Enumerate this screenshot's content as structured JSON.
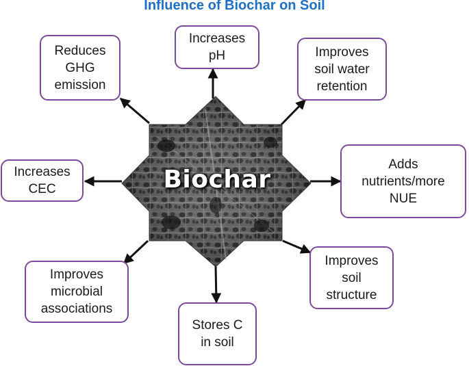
{
  "title": "Influence of Biochar on Soil",
  "center": "Biochar",
  "colors": {
    "title": "#1f6fc4",
    "box_border": "#7a4a9a",
    "arrow": "#111111",
    "star_fill": "#5a5a5a",
    "star_texture_dark": "#1e1e1e",
    "star_texture_light": "#9a9a9a"
  },
  "effects": [
    {
      "id": "ghg",
      "text": "Reduces\nGHG\nemission"
    },
    {
      "id": "ph",
      "text": "Increases\npH"
    },
    {
      "id": "water",
      "text": "Improves\nsoil water\nretention"
    },
    {
      "id": "cec",
      "text": "Increases\nCEC"
    },
    {
      "id": "nutrients",
      "text": "Adds\nnutrients/more\nNUE"
    },
    {
      "id": "microbial",
      "text": "Improves\nmicrobial\nassociations"
    },
    {
      "id": "structure",
      "text": "Improves\nsoil\nstructure"
    },
    {
      "id": "carbon",
      "text": "Stores C\nin soil"
    }
  ]
}
